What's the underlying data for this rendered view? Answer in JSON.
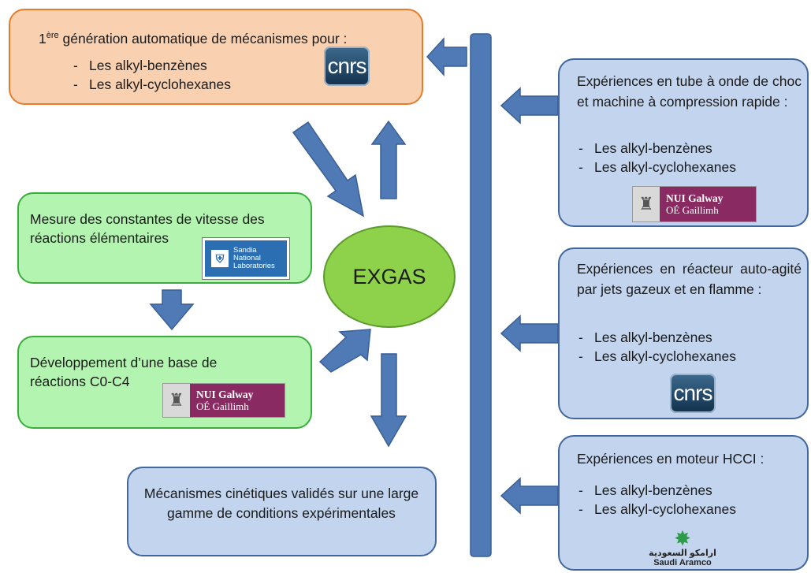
{
  "top_box": {
    "title_prefix": "1",
    "title_sup": "ère",
    "title_rest": " génération automatique de mécanismes pour :",
    "items": [
      "Les alkyl-benzènes",
      "Les alkyl-cyclohexanes"
    ],
    "logo_text": "cnrs"
  },
  "center": {
    "label": "EXGAS"
  },
  "green_box_1": {
    "text": "Mesure des constantes de vitesse des réactions élémentaires",
    "logo_lines": [
      "Sandia",
      "National",
      "Laboratories"
    ]
  },
  "green_box_2": {
    "text": "Développement d’une base de réactions C0-C4",
    "logo_line1": "NUI Galway",
    "logo_line2": "OÉ Gaillimh"
  },
  "bottom_box": {
    "text": "Mécanismes cinétiques validés sur une large gamme de conditions expérimentales"
  },
  "right_box_1": {
    "text": "Expériences en tube à onde de choc et machine à compression rapide :",
    "items": [
      "Les alkyl-benzènes",
      "Les alkyl-cyclohexanes"
    ],
    "logo_line1": "NUI Galway",
    "logo_line2": "OÉ Gaillimh"
  },
  "right_box_2": {
    "text": "Expériences en réacteur auto-agité par jets gazeux et en flamme :",
    "items": [
      "Les alkyl-benzènes",
      "Les alkyl-cyclohexanes"
    ],
    "logo_text": "cnrs"
  },
  "right_box_3": {
    "text": "Expériences en moteur HCCI :",
    "items": [
      "Les alkyl-benzènes",
      "Les alkyl-cyclohexanes"
    ],
    "logo_arabic": "ارامكو السعودية",
    "logo_english": "Saudi Aramco"
  },
  "colors": {
    "arrow": "#4f7ab5",
    "orange_fill": "#f9d0b0",
    "green_fill": "#b3f5b0",
    "blue_fill": "#c3d4ee",
    "exgas_fill": "#8ed14a"
  }
}
